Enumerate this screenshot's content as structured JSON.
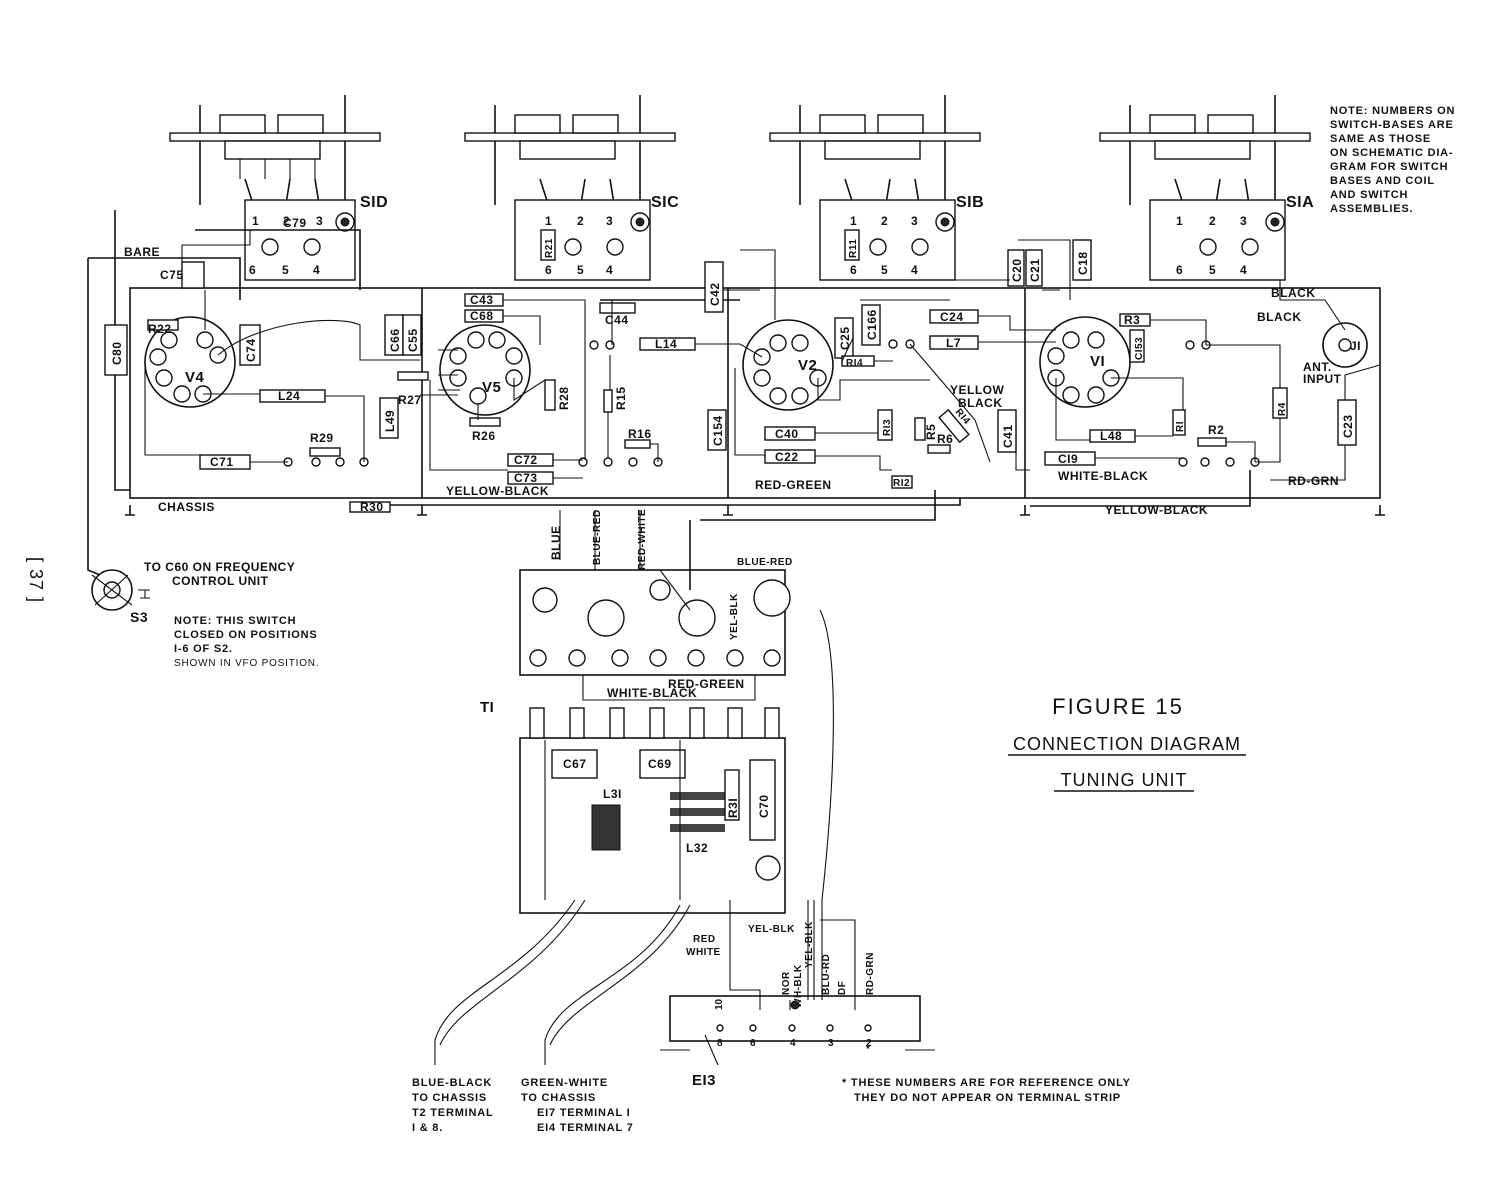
{
  "page_number": "[ 37 ]",
  "figure": {
    "title": "FIGURE 15",
    "subtitle": "CONNECTION DIAGRAM",
    "unit": "TUNING UNIT"
  },
  "notes": {
    "switch_bases": [
      "NOTE: NUMBERS ON",
      "SWITCH-BASES ARE",
      "SAME AS THOSE",
      "ON SCHEMATIC DIA-",
      "GRAM FOR SWITCH",
      "BASES AND COIL",
      "AND SWITCH",
      "ASSEMBLIES."
    ],
    "s3_switch": [
      "NOTE:  THIS SWITCH",
      "CLOSED ON POSITIONS",
      "I-6  OF  S2.",
      "SHOWN IN VFO POSITION."
    ],
    "reference": [
      "* THESE NUMBERS ARE FOR REFERENCE ONLY",
      "THEY DO NOT APPEAR ON TERMINAL STRIP"
    ]
  },
  "switches": {
    "sid": "SID",
    "sic": "SIC",
    "sib": "SIB",
    "sia": "SIA",
    "s3": "S3"
  },
  "tubes": {
    "v1": "VI",
    "v2": "V2",
    "v4": "V4",
    "v5": "V5"
  },
  "components": {
    "c75": "C75",
    "c80": "C80",
    "r22": "R22",
    "c74": "C74",
    "l24": "L24",
    "c71": "C71",
    "r29": "R29",
    "r30": "R30",
    "c79": "C79",
    "c43": "C43",
    "c68": "C68",
    "c66": "C66",
    "c55": "C55",
    "r27": "R27",
    "l49": "L49",
    "r26": "R26",
    "r28": "R28",
    "c72": "C72",
    "c73": "C73",
    "c44": "C44",
    "r21": "R21",
    "l14": "L14",
    "r15": "R15",
    "r16": "R16",
    "c42": "C42",
    "c154": "C154",
    "c25": "C25",
    "c166": "C166",
    "r11": "R11",
    "r14_v2": "RI4",
    "r13": "RI3",
    "c40": "C40",
    "c22": "C22",
    "r12": "RI2",
    "r5": "R5",
    "r6": "R6",
    "r14": "RI4",
    "c24": "C24",
    "l7": "L7",
    "c20": "C20",
    "c21": "C21",
    "c18": "C18",
    "r3": "R3",
    "c153": "CI53",
    "c41": "C41",
    "l48": "L48",
    "r1": "RI",
    "r2": "R2",
    "c19": "CI9",
    "r4": "R4",
    "c23": "C23",
    "j1": "JI",
    "t1": "TI",
    "c67": "C67",
    "c69": "C69",
    "l31": "L3I",
    "r31": "R3I",
    "c70": "C70",
    "l32": "L32",
    "e13": "EI3"
  },
  "wire_labels": {
    "bare": "BARE",
    "chassis": "CHASSIS",
    "yellow_black": "YELLOW-BLACK",
    "red_green": "RED-GREEN",
    "yellow": "YELLOW",
    "black": "BLACK",
    "white_black": "WHITE-BLACK",
    "rd_grn": "RD-GRN",
    "ant_input": [
      "ANT.",
      "INPUT"
    ],
    "to_c60": [
      "TO C60 ON FREQUENCY",
      "CONTROL UNIT"
    ],
    "blue": "BLUE",
    "blue_red": "BLUE-RED",
    "red_white": "RED-WHITE",
    "yel_blk": "YEL-BLK",
    "red": "RED",
    "white": "WHITE",
    "nor": "NOR",
    "wh_blk": "WH-BLK",
    "blu_rd": "BLU-RD",
    "df": "DF",
    "rd_grn_v": "RD-GRN"
  },
  "pins": {
    "switch": [
      "1",
      "2",
      "3",
      "6",
      "5",
      "4"
    ],
    "strip": [
      "10",
      "8",
      "6",
      "4",
      "3",
      "2",
      "*"
    ]
  },
  "footer": {
    "blue_black": [
      "BLUE-BLACK",
      "TO CHASSIS",
      "T2 TERMINAL",
      "I & 8."
    ],
    "green_white": [
      "GREEN-WHITE",
      "TO CHASSIS",
      "EI7 TERMINAL I",
      "EI4 TERMINAL 7"
    ]
  }
}
